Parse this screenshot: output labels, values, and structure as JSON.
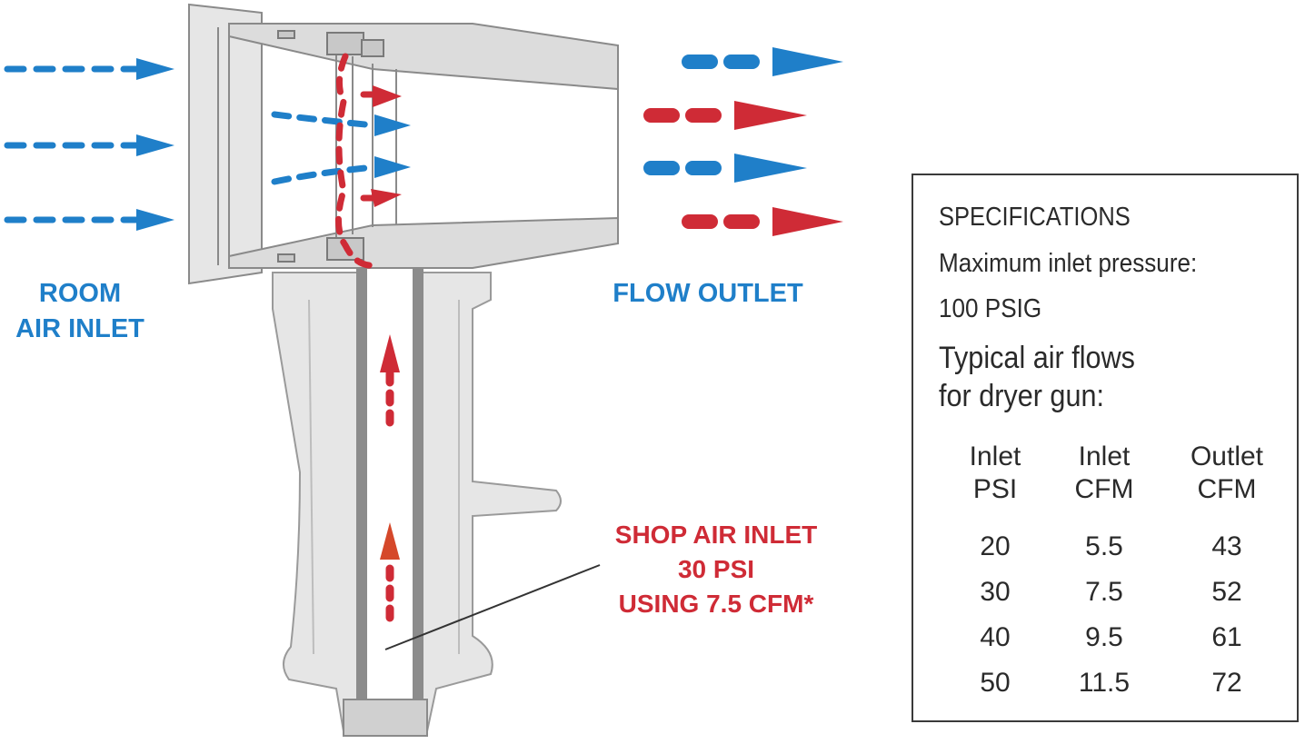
{
  "labels": {
    "room_air_inlet": [
      "ROOM",
      "AIR INLET"
    ],
    "flow_outlet": "FLOW OUTLET",
    "shop_air_inlet": [
      "SHOP AIR INLET",
      "30 PSI",
      "USING 7.5 CFM*"
    ]
  },
  "specifications": {
    "heading": "SPECIFICATIONS",
    "pressure_label": "Maximum inlet pressure:",
    "pressure_value": "100 PSIG",
    "flows_title": [
      "Typical air flows",
      "for dryer gun:"
    ],
    "columns": [
      [
        "Inlet",
        "PSI"
      ],
      [
        "Inlet",
        "CFM"
      ],
      [
        "Outlet",
        "CFM"
      ]
    ],
    "rows": [
      [
        "20",
        "5.5",
        "43"
      ],
      [
        "30",
        "7.5",
        "52"
      ],
      [
        "40",
        "9.5",
        "61"
      ],
      [
        "50",
        "11.5",
        "72"
      ]
    ]
  },
  "colors": {
    "room_air": "#1f7fc9",
    "shop_air": "#cf2b36",
    "body_fill": "#e6e6e6",
    "body_stroke": "#8a8a8a"
  }
}
